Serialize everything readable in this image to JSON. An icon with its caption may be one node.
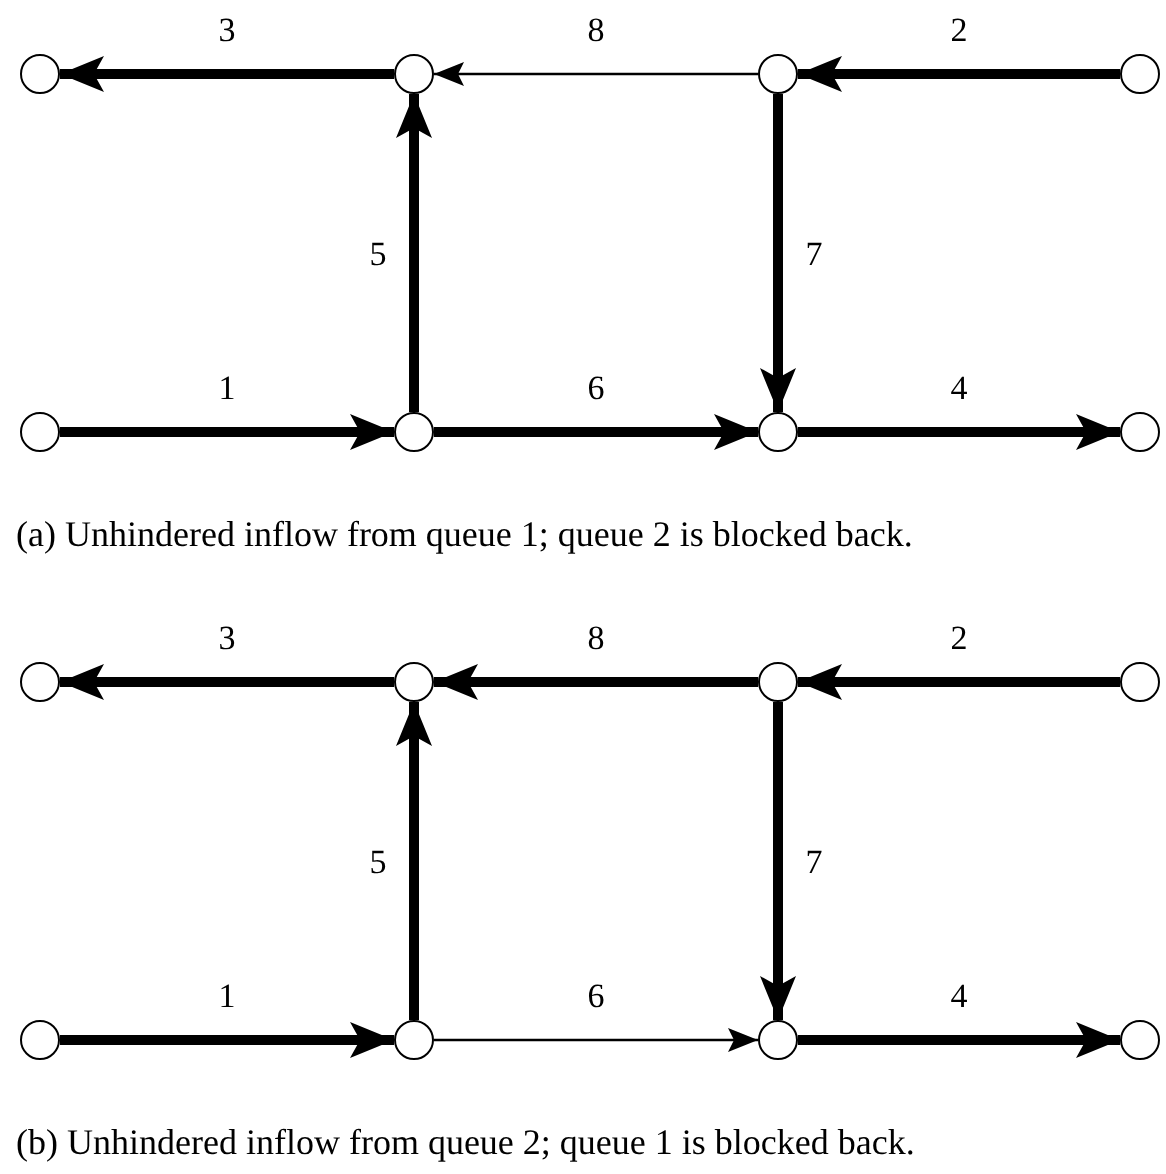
{
  "diagram": {
    "nodes": [
      {
        "text": [],
        "shape": "circle"
      },
      {
        "text": [],
        "shape": "circle"
      },
      {
        "text": [],
        "shape": "circle"
      },
      {
        "text": [],
        "shape": "circle"
      },
      {
        "text": [],
        "shape": "circle"
      },
      {
        "text": [],
        "shape": "circle"
      },
      {
        "text": [],
        "shape": "circle"
      },
      {
        "text": [],
        "shape": "circle"
      },
      {
        "text": [],
        "shape": "circle"
      },
      {
        "text": [],
        "shape": "circle"
      },
      {
        "text": [],
        "shape": "circle"
      },
      {
        "text": [],
        "shape": "circle"
      },
      {
        "text": [],
        "shape": "circle"
      },
      {
        "text": [],
        "shape": "circle"
      },
      {
        "text": [],
        "shape": "circle"
      },
      {
        "text": [],
        "shape": "circle"
      }
    ],
    "edges": [
      {
        "from": 1,
        "to": 0,
        "arrow": "to",
        "label": "3"
      },
      {
        "from": 2,
        "to": 1,
        "arrow": "to",
        "label": "8"
      },
      {
        "from": 3,
        "to": 2,
        "arrow": "to",
        "label": "2"
      },
      {
        "from": 5,
        "to": 1,
        "arrow": "to",
        "label": "5"
      },
      {
        "from": 2,
        "to": 6,
        "arrow": "to",
        "label": "7"
      },
      {
        "from": 4,
        "to": 5,
        "arrow": "to",
        "label": "1"
      },
      {
        "from": 5,
        "to": 6,
        "arrow": "to",
        "label": "6"
      },
      {
        "from": 6,
        "to": 7,
        "arrow": "to",
        "label": "4"
      },
      {
        "from": 9,
        "to": 8,
        "arrow": "to",
        "label": "3"
      },
      {
        "from": 10,
        "to": 9,
        "arrow": "to",
        "label": "8"
      },
      {
        "from": 11,
        "to": 10,
        "arrow": "to",
        "label": "2"
      },
      {
        "from": 13,
        "to": 9,
        "arrow": "to",
        "label": "5"
      },
      {
        "from": 10,
        "to": 14,
        "arrow": "to",
        "label": "7"
      },
      {
        "from": 12,
        "to": 13,
        "arrow": "to",
        "label": "1"
      },
      {
        "from": 13,
        "to": 14,
        "arrow": "to",
        "label": "6"
      },
      {
        "from": 14,
        "to": 15,
        "arrow": "to",
        "label": "4"
      }
    ],
    "labels": [
      "(a) Unhindered inflow from queue 1; queue 2 is blocked back.",
      "(b) Unhindered inflow from queue 2; queue 1 is blocked back."
    ]
  }
}
